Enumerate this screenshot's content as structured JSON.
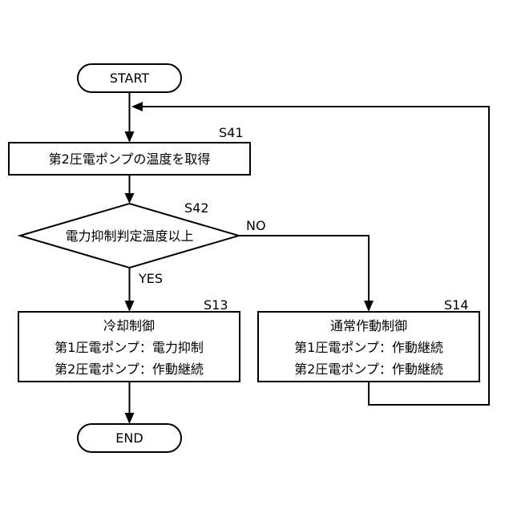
{
  "flowchart": {
    "start": {
      "label": "START"
    },
    "end": {
      "label": "END"
    },
    "s41": {
      "step": "S41",
      "text": "第2圧電ポンプの温度を取得"
    },
    "s42": {
      "step": "S42",
      "text": "電力抑制判定温度以上",
      "yes": "YES",
      "no": "NO"
    },
    "s13": {
      "step": "S13",
      "lines": [
        "冷却制御",
        "第1圧電ポンプ：電力抑制",
        "第2圧電ポンプ：作動継続"
      ]
    },
    "s14": {
      "step": "S14",
      "lines": [
        "通常作動制御",
        "第1圧電ポンプ：作動継続",
        "第2圧電ポンプ：作動継続"
      ]
    }
  }
}
